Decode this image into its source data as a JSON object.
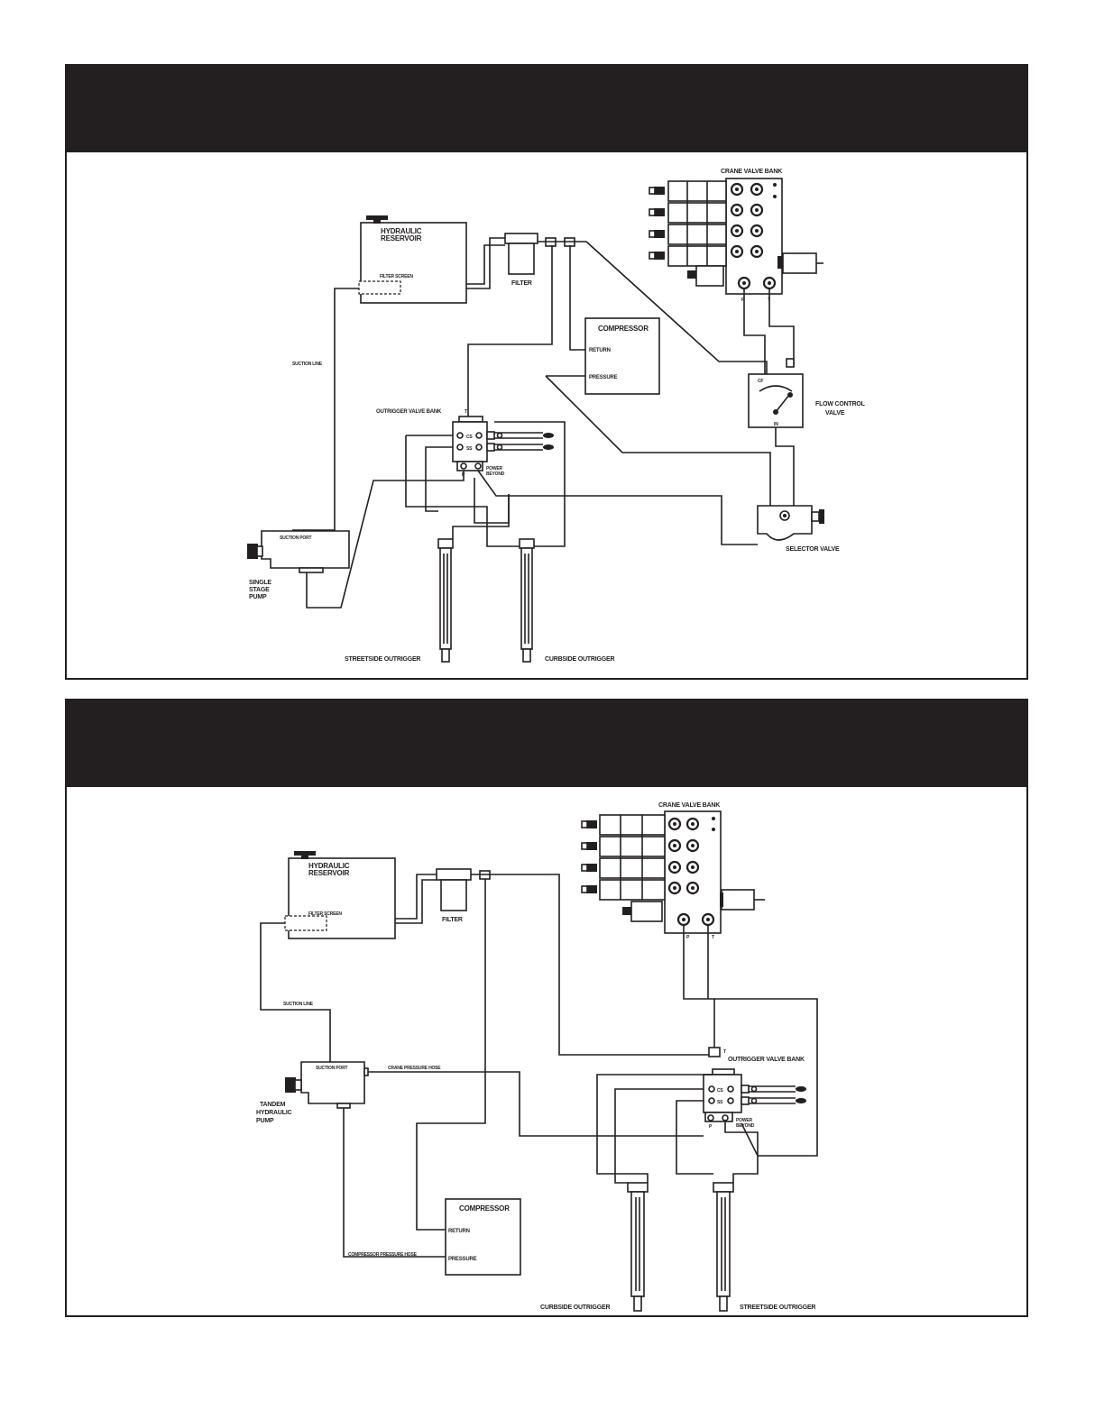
{
  "diagram_1": {
    "labels": {
      "crane_valve_bank": "CRANE VALVE BANK",
      "hydraulic_reservoir_1": "HYDRAULIC",
      "hydraulic_reservoir_2": "RESERVOIR",
      "filter_screen": "FILTER SCREEN",
      "filter": "FILTER",
      "compressor": "COMPRESSOR",
      "return": "RETURN",
      "pressure": "PRESSURE",
      "suction_line": "SUCTION LINE",
      "outrigger_valve_bank": "OUTRIGGER VALVE BANK",
      "flow_control_1": "FLOW CONTROL",
      "flow_control_2": "VALVE",
      "cf": "CF",
      "in": "IN",
      "p": "P",
      "t": "T",
      "cs": "CS",
      "ss": "SS",
      "power_beyond_1": "POWER",
      "power_beyond_2": "BEYOND",
      "suction_port": "SUCTION PORT",
      "pump_1": "SINGLE",
      "pump_2": "STAGE",
      "pump_3": "PUMP",
      "selector_valve": "SELECTOR VALVE",
      "streetside_outrigger": "STREETSIDE OUTRIGGER",
      "curbside_outrigger": "CURBSIDE OUTRIGGER"
    }
  },
  "diagram_2": {
    "labels": {
      "crane_valve_bank": "CRANE VALVE BANK",
      "hydraulic_reservoir_1": "HYDRAULIC",
      "hydraulic_reservoir_2": "RESERVOIR",
      "filter_screen": "FILTER SCREEN",
      "filter": "FILTER",
      "suction_line": "SUCTION LINE",
      "suction_port": "SUCTION PORT",
      "crane_pressure_hose": "CRANE PRESSURE HOSE",
      "pump_1": "TANDEM",
      "pump_2": "HYDRAULIC",
      "pump_3": "PUMP",
      "outrigger_valve_bank": "OUTRIGGER VALVE BANK",
      "t": "T",
      "p": "P",
      "cs": "CS",
      "ss": "SS",
      "power_beyond_1": "POWER",
      "power_beyond_2": "BEYOND",
      "compressor": "COMPRESSOR",
      "return": "RETURN",
      "pressure": "PRESSURE",
      "compressor_pressure_hose": "COMPRESSOR PRESSURE HOSE",
      "curbside_outrigger": "CURBSIDE OUTRIGGER",
      "streetside_outrigger": "STREETSIDE OUTRIGGER"
    }
  }
}
